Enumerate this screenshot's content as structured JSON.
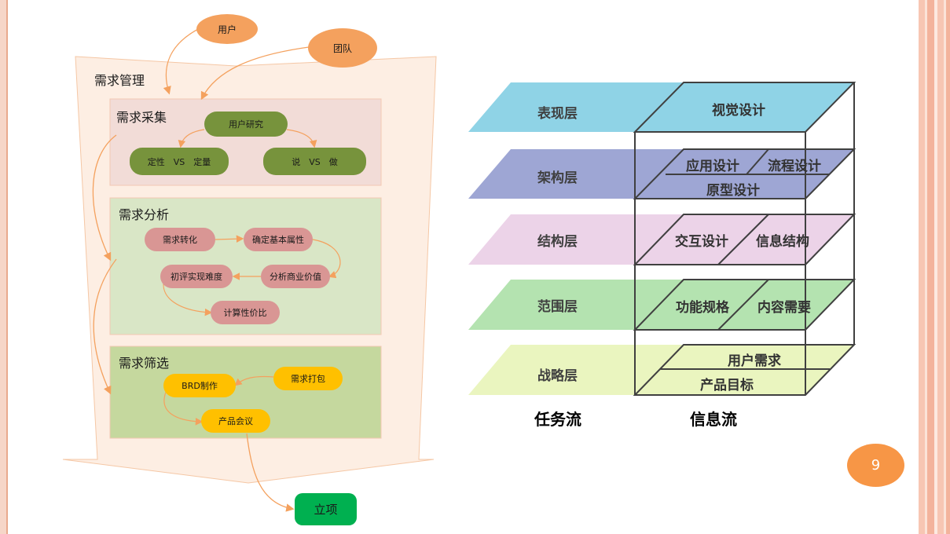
{
  "left_diagram": {
    "inputs": [
      "用户",
      "团队"
    ],
    "main_title": "需求管理",
    "collect": {
      "title": "需求采集",
      "top": "用户研究",
      "left": "定性　VS　定量",
      "right": "说　VS　做"
    },
    "analysis": {
      "title": "需求分析",
      "n1": "需求转化",
      "n2": "确定基本属性",
      "n3": "分析商业价值",
      "n4": "初评实现难度",
      "n5": "计算性价比"
    },
    "filter": {
      "title": "需求筛选",
      "n1": "需求打包",
      "n2": "BRD制作",
      "n3": "产品会议"
    },
    "output": "立项"
  },
  "right_diagram": {
    "layers": [
      "表现层",
      "架构层",
      "结构层",
      "范围层",
      "战略层"
    ],
    "cells": {
      "surface": "视觉设计",
      "skeleton_a": "应用设计",
      "skeleton_b": "流程设计",
      "skeleton_c": "原型设计",
      "structure_a": "交互设计",
      "structure_b": "信息结构",
      "scope_a": "功能规格",
      "scope_b": "内容需要",
      "strategy_a": "用户需求",
      "strategy_b": "产品目标"
    },
    "task_flow": "任务流",
    "info_flow": "信息流"
  },
  "page_number": "9",
  "colors": {
    "arrow_fill": "#fdeee3",
    "collect_bg": "#f2dcd7",
    "analysis_bg": "#d9e6c6",
    "filter_bg": "#c5d89e",
    "olive_pill": "#77933c",
    "rose_pill": "#d99694",
    "yellow_pill": "#ffc000",
    "green_button": "#00b050",
    "orange": "#f79646",
    "surface": "#8fd3e6",
    "skeleton": "#9ea6d4",
    "structure": "#ecd3e8",
    "scope": "#b4e3b0",
    "strategy": "#eaf5bf"
  }
}
